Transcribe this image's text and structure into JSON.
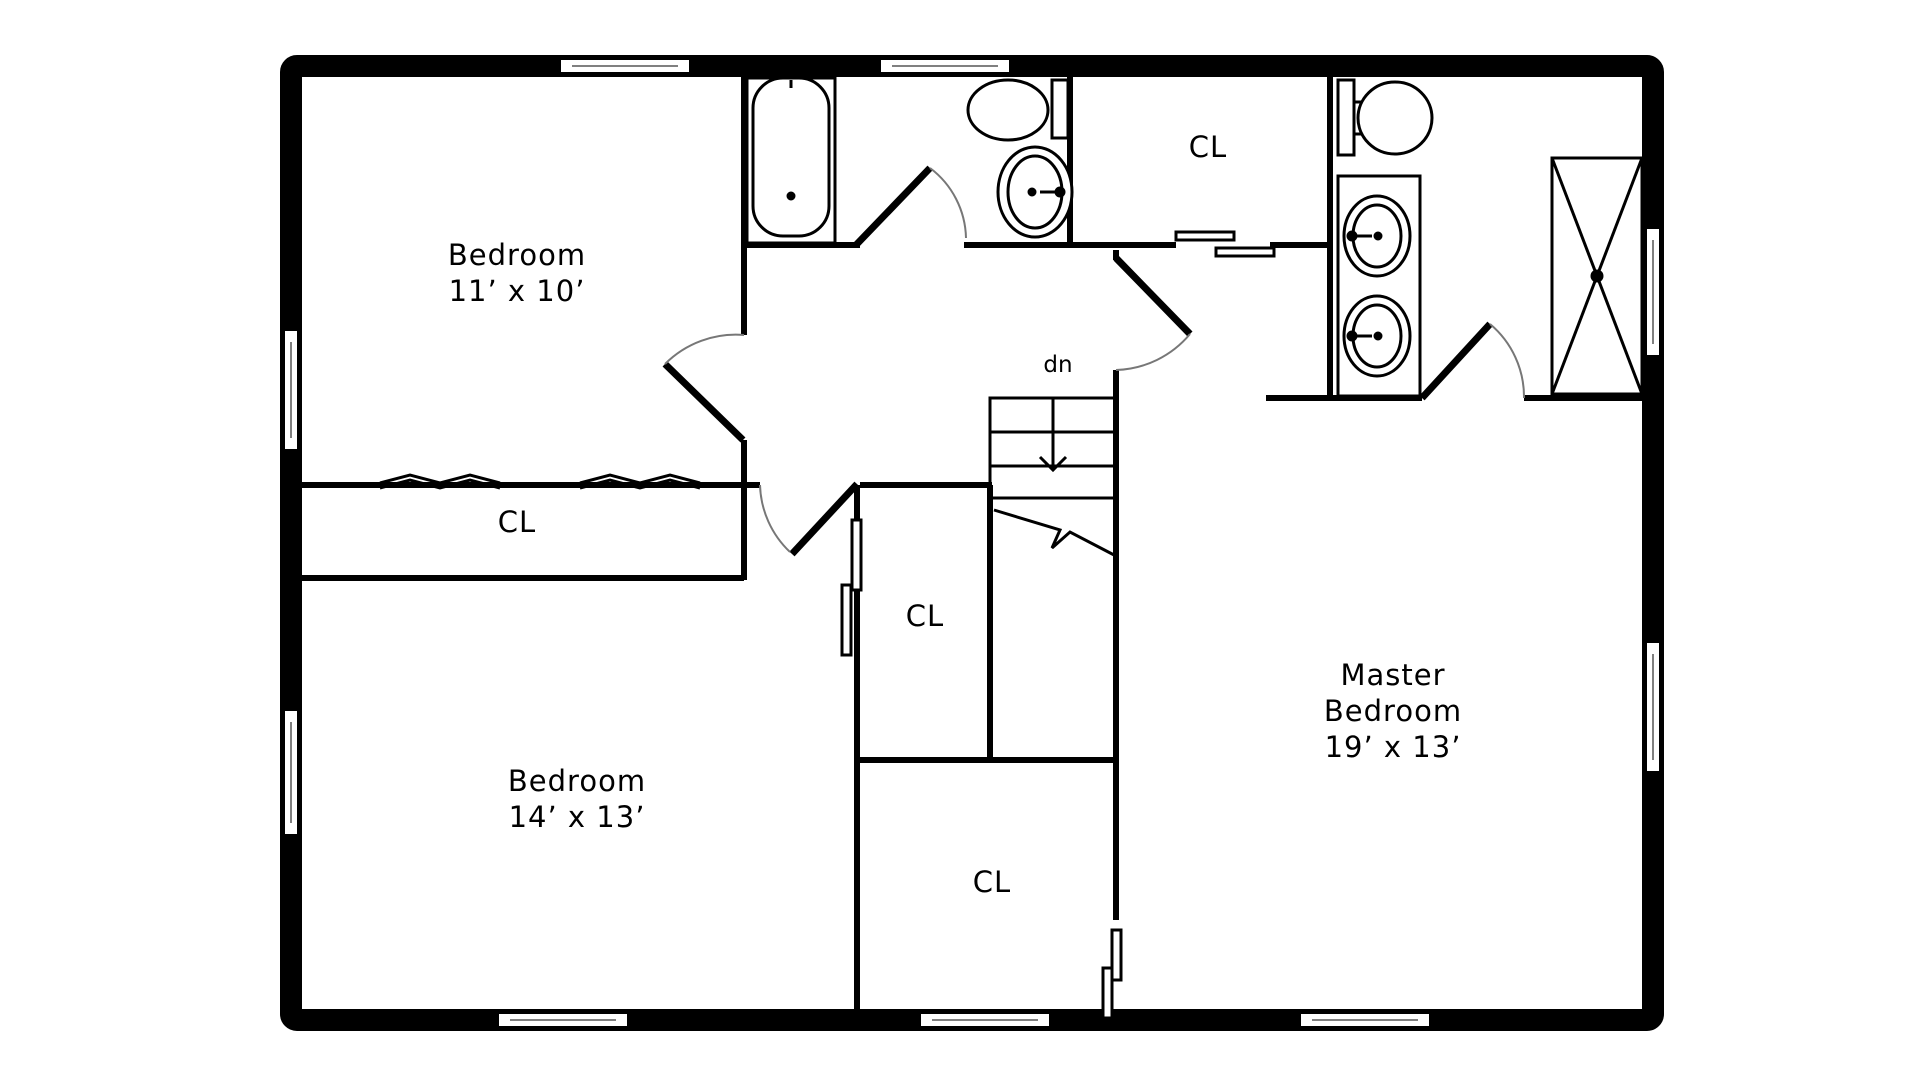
{
  "rooms": {
    "bedroom_1": {
      "name": "Bedroom",
      "size": "11’ x 10’"
    },
    "bedroom_2": {
      "name": "Bedroom",
      "size": "14’ x 13’"
    },
    "master": {
      "name_line1": "Master",
      "name_line2": "Bedroom",
      "size": "19’ x 13’"
    }
  },
  "closets": {
    "top": "CL",
    "bedroom_1": "CL",
    "hall": "CL",
    "lower": "CL"
  },
  "stairs": {
    "direction_label": "dn"
  },
  "colors": {
    "wall": "#000000",
    "background": "#ffffff",
    "door_swing": "#777777"
  }
}
